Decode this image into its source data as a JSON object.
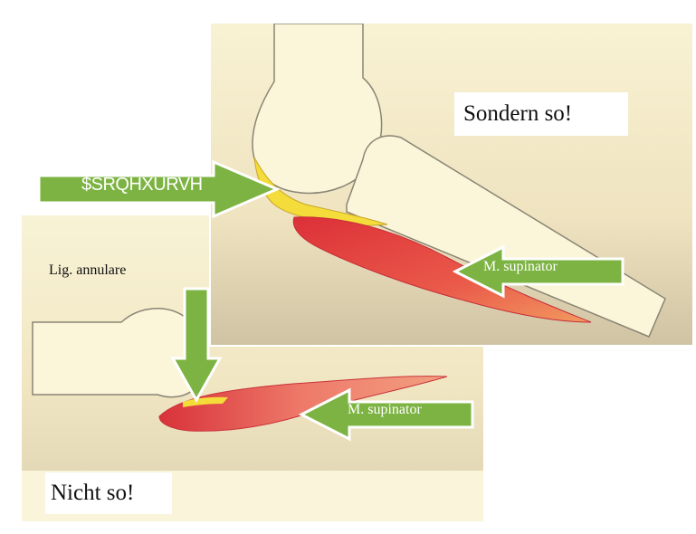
{
  "labels": {
    "sondern_so": "Sondern so!",
    "nicht_so": "Nicht so!",
    "lig_annulare": "Lig. annulare",
    "aponeurose": "$SRQHXURVH",
    "supinator_top": "M. supinator",
    "supinator_bottom": "M. supinator"
  },
  "colors": {
    "arrow_green": "#7cb342",
    "arrow_border": "#ffffff",
    "background_panel": "#f6f0cf",
    "bone_fill": "#fbf5d6",
    "muscle_red": "#e64a3c",
    "ligament_yellow": "#f4dc3a"
  }
}
